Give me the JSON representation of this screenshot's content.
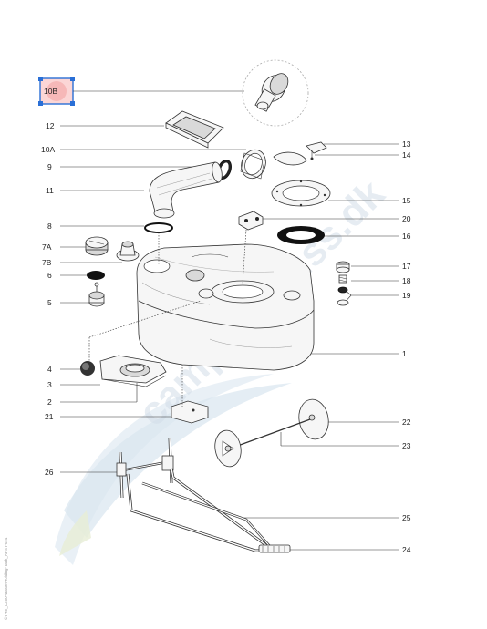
{
  "watermark": {
    "text": "campingpluss.dk"
  },
  "side_note": "©THE_C250-Waste-Holding-Tank_Ar-ST-024",
  "callouts": {
    "c10B": "10B",
    "c12": "12",
    "c10A": "10A",
    "c9": "9",
    "c11": "11",
    "c8": "8",
    "c7A": "7A",
    "c7B": "7B",
    "c6": "6",
    "c5": "5",
    "c4": "4",
    "c3": "3",
    "c2": "2",
    "c21": "21",
    "c26": "26",
    "c13": "13",
    "c14": "14",
    "c15": "15",
    "c20": "20",
    "c16": "16",
    "c17": "17",
    "c18": "18",
    "c19": "19",
    "c1": "1",
    "c22": "22",
    "c23": "23",
    "c25": "25",
    "c24": "24"
  },
  "colors": {
    "highlight_frame": "#2a6fd6",
    "highlight_fill": "#f6b8b8",
    "watermark": "#d3dde8"
  }
}
